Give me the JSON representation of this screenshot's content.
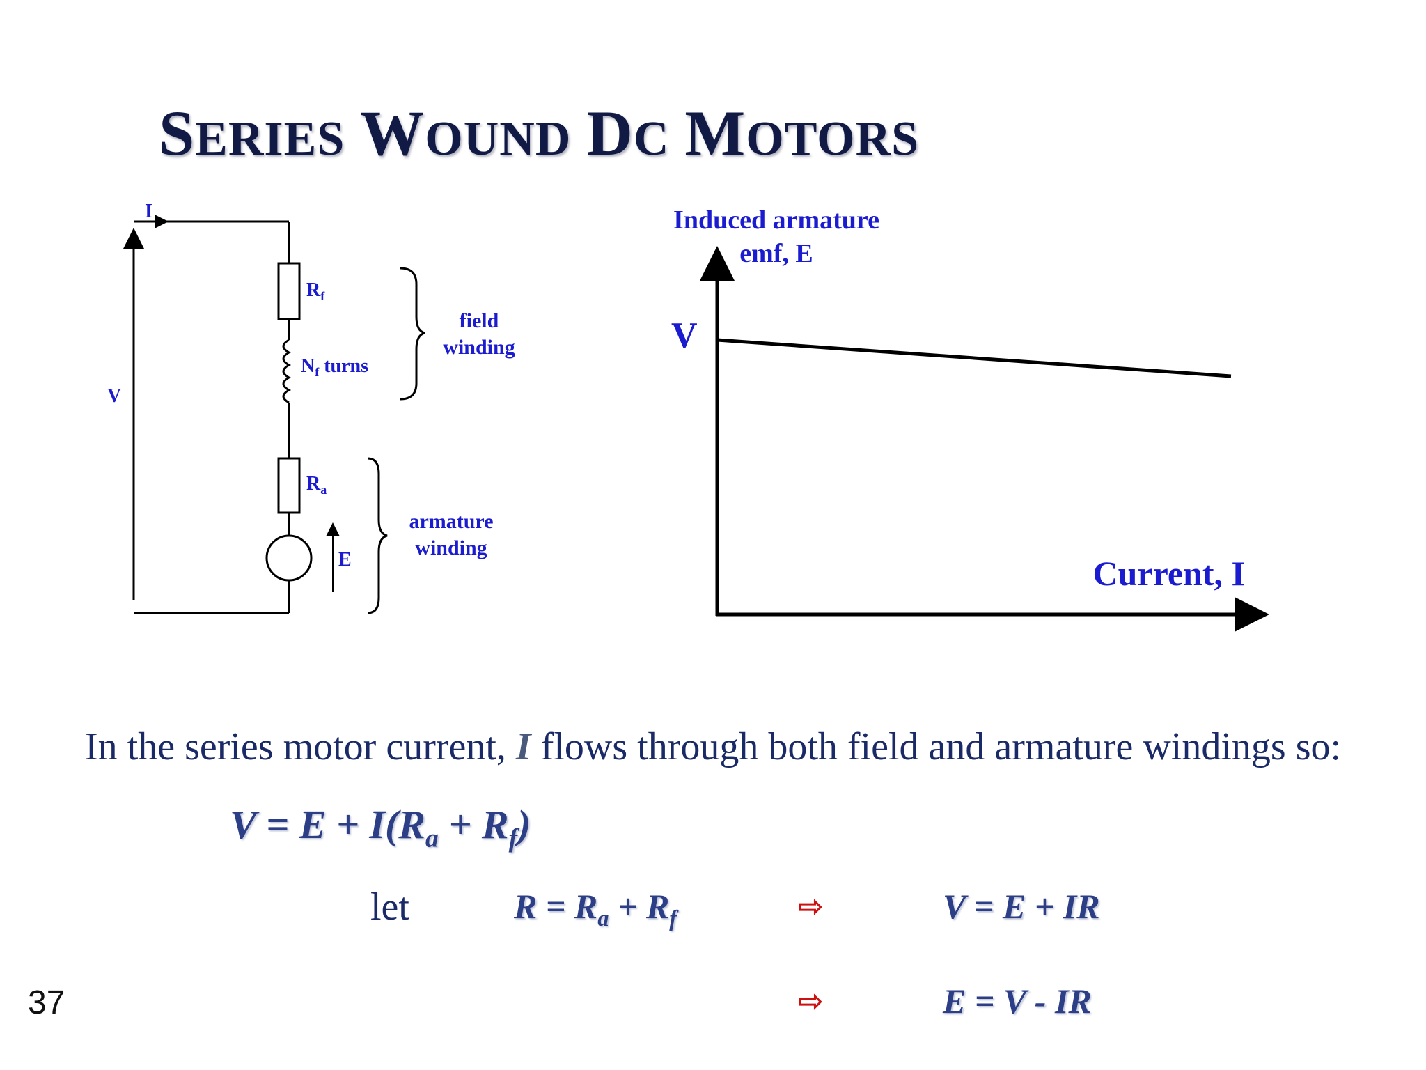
{
  "title": {
    "words": [
      "Series",
      "Wound",
      "DC",
      "Motors"
    ]
  },
  "circuit": {
    "current_label": "I",
    "voltage_label": "V",
    "field_resistor": {
      "main": "R",
      "sub": "f"
    },
    "field_turns": {
      "main": "N",
      "sub": "f",
      "rest": " turns"
    },
    "armature_resistor": {
      "main": "R",
      "sub": "a"
    },
    "emf_label": "E",
    "field_winding_label": [
      "field",
      "winding"
    ],
    "armature_winding_label": [
      "armature",
      "winding"
    ]
  },
  "graph": {
    "y_axis_label": [
      "Induced armature",
      "emf, E"
    ],
    "y_intercept_label": "V",
    "x_axis_label": "Current, I"
  },
  "body": {
    "text_before": "In the series motor current, ",
    "variable": "I",
    "text_after": " flows through both field and armature windings so:"
  },
  "equations": {
    "main": {
      "lhs": "V = E + I(R",
      "sub1": "a",
      "mid": " + R",
      "sub2": "f",
      "end": ")"
    },
    "let_word": "let",
    "r_def": {
      "lhs": "R = R",
      "sub1": "a",
      "mid": " + R",
      "sub2": "f"
    },
    "implies_symbol": "⇨",
    "result1": "V = E + IR",
    "result2": "E = V - IR"
  },
  "page_number": "37"
}
